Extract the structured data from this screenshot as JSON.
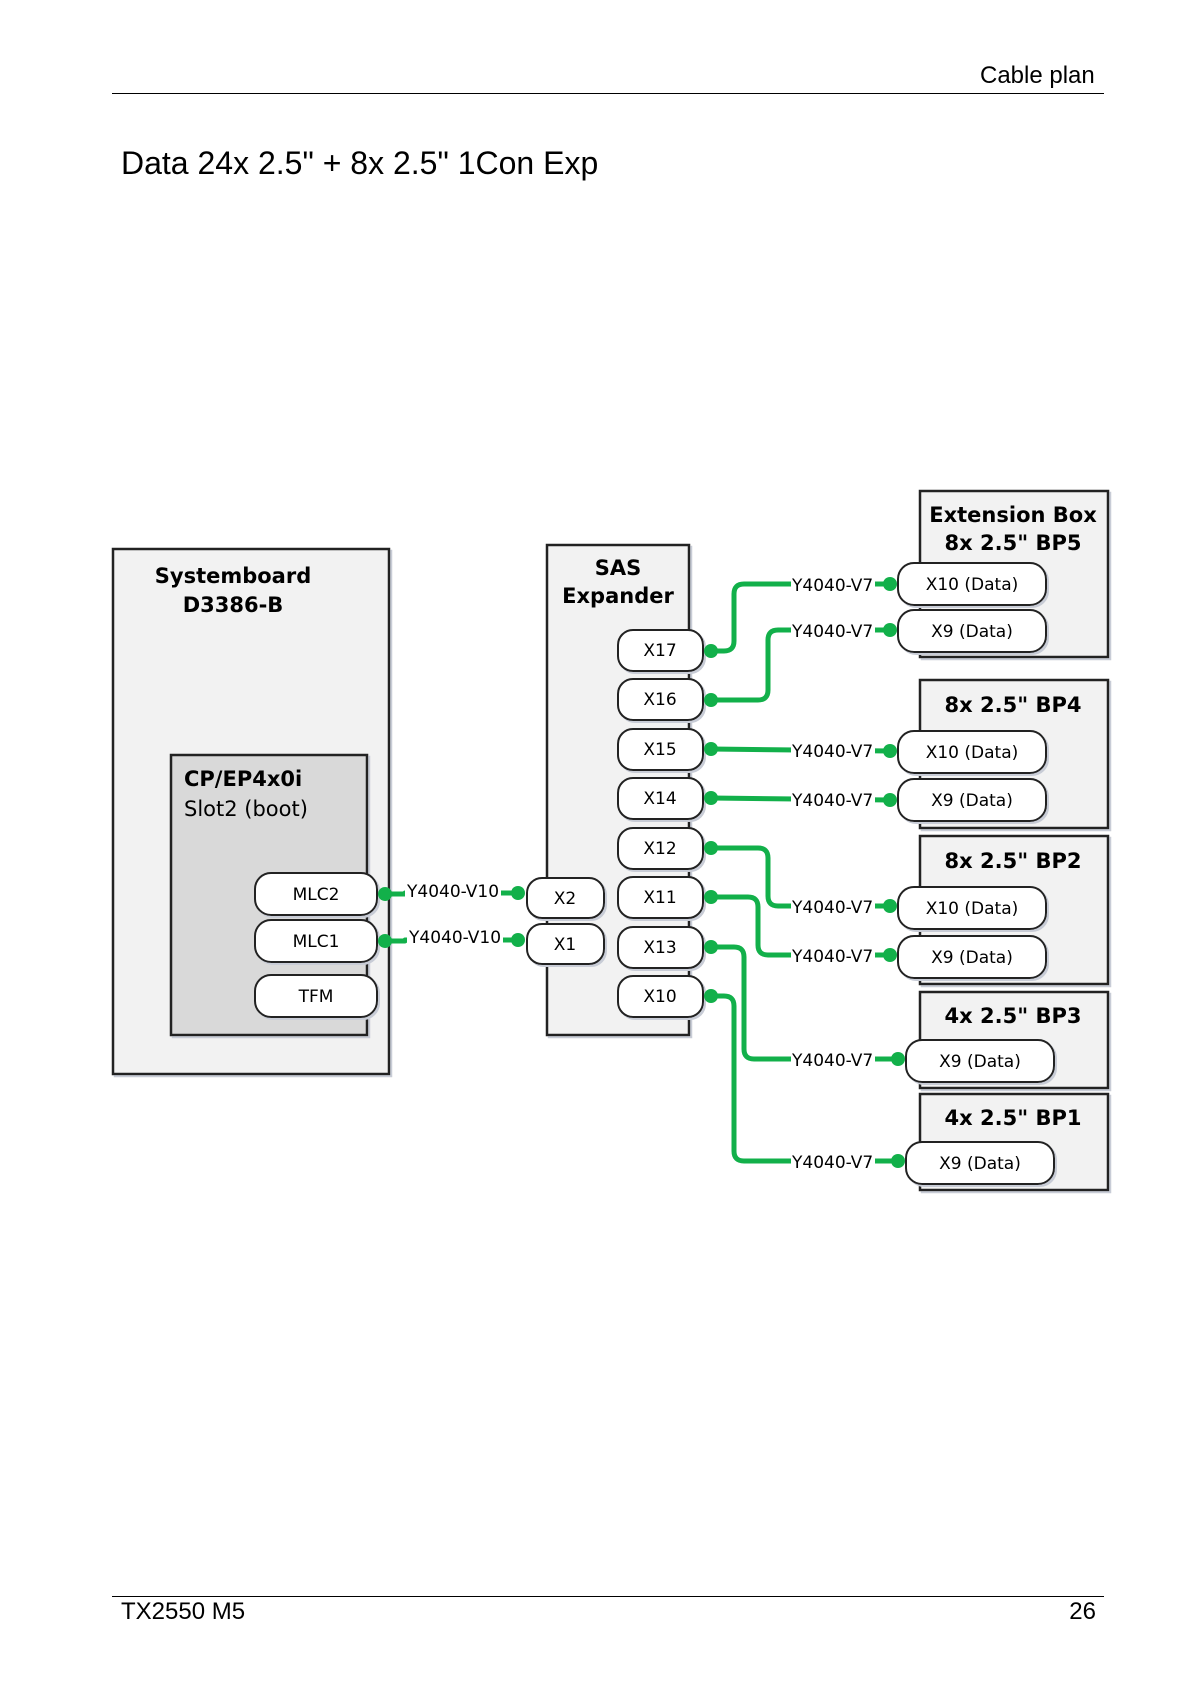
{
  "header": {
    "section": "Cable plan"
  },
  "page": {
    "title": "Data 24x 2.5\" + 8x 2.5\" 1Con Exp"
  },
  "footer": {
    "model": "TX2550 M5",
    "page_number": "26"
  },
  "colors": {
    "cable": "#12b04a",
    "panel_light": "#f2f2f2",
    "panel_dark": "#d9d9d9",
    "stroke": "#222222"
  },
  "diagram": {
    "systemboard": {
      "title_line1": "Systemboard",
      "title_line2": "D3386-B"
    },
    "controller": {
      "title": "CP/EP4x0i",
      "subtitle": "Slot2 (boot)",
      "ports": [
        "MLC2",
        "MLC1",
        "TFM"
      ]
    },
    "expander": {
      "title_line1": "SAS",
      "title_line2": "Expander",
      "input_ports": [
        "X2",
        "X1"
      ],
      "output_ports": [
        "X17",
        "X16",
        "X15",
        "X14",
        "X12",
        "X11",
        "X13",
        "X10"
      ]
    },
    "backplanes": [
      {
        "title_line1": "Extension Box",
        "title_line2": "8x 2.5\" BP5",
        "ports": [
          "X10 (Data)",
          "X9 (Data)"
        ]
      },
      {
        "title_line1": "8x 2.5\" BP4",
        "ports": [
          "X10 (Data)",
          "X9 (Data)"
        ]
      },
      {
        "title_line1": "8x 2.5\" BP2",
        "ports": [
          "X10 (Data)",
          "X9 (Data)"
        ]
      },
      {
        "title_line1": "4x 2.5\" BP3",
        "ports": [
          "X9 (Data)"
        ]
      },
      {
        "title_line1": "4x 2.5\" BP1",
        "ports": [
          "X9 (Data)"
        ]
      }
    ],
    "cables": [
      {
        "label": "Y4040-V10",
        "from": "MLC2",
        "to": "X2"
      },
      {
        "label": "Y4040-V10",
        "from": "MLC1",
        "to": "X1"
      },
      {
        "label": "Y4040-V7",
        "from": "X17",
        "to": "BP5 X10 (Data)"
      },
      {
        "label": "Y4040-V7",
        "from": "X16",
        "to": "BP5 X9 (Data)"
      },
      {
        "label": "Y4040-V7",
        "from": "X15",
        "to": "BP4 X10 (Data)"
      },
      {
        "label": "Y4040-V7",
        "from": "X14",
        "to": "BP4 X9 (Data)"
      },
      {
        "label": "Y4040-V7",
        "from": "X12",
        "to": "BP2 X10 (Data)"
      },
      {
        "label": "Y4040-V7",
        "from": "X11",
        "to": "BP2 X9 (Data)"
      },
      {
        "label": "Y4040-V7",
        "from": "X13",
        "to": "BP3 X9 (Data)"
      },
      {
        "label": "Y4040-V7",
        "from": "X10",
        "to": "BP1 X9 (Data)"
      }
    ]
  }
}
